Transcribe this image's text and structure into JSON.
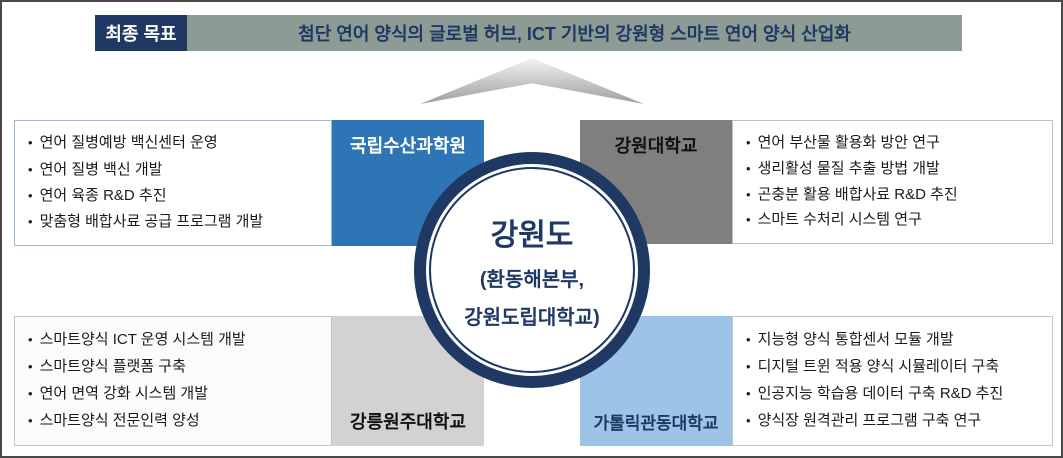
{
  "bullet": "•",
  "colors": {
    "navy": "#1F3864",
    "sage": "#8C9C94",
    "blue": "#2E75B6",
    "dark-gray": "#7F7F7F",
    "light-gray": "#D2D2D2",
    "light-blue": "#9DC3E6"
  },
  "header": {
    "goal_label": "최종 목표",
    "goal_text": "첨단 연어 양식의 글로벌 허브, ICT 기반의 강원형 스마트 연어 양식 산업화"
  },
  "center": {
    "title": "강원도",
    "subtitle_line1": "(환동해본부,",
    "subtitle_line2": "강원도립대학교)"
  },
  "partners": {
    "top_left": {
      "name": "국립수산과학원",
      "items": [
        "연어 질병예방 백신센터 운영",
        "연어 질병 백신 개발",
        "연어 육종 R&D 추진",
        "맞춤형 배합사료 공급 프로그램 개발"
      ]
    },
    "top_right": {
      "name": "강원대학교",
      "items": [
        "연어 부산물 활용화 방안 연구",
        "생리활성 물질 추출 방법 개발",
        "곤충분 활용 배합사료 R&D 추진",
        "스마트 수처리 시스템 연구"
      ]
    },
    "bottom_left": {
      "name": "강릉원주대학교",
      "items": [
        "스마트양식 ICT 운영 시스템 개발",
        "스마트양식 플랫폼 구축",
        "연어 면역 강화 시스템 개발",
        "스마트양식 전문인력 양성"
      ]
    },
    "bottom_right": {
      "name": "가톨릭관동대학교",
      "items": [
        "지능형 양식 통합센서 모듈 개발",
        "디지털 트윈 적용 양식 시뮬레이터 구축",
        "인공지능 학습용 데이터 구축 R&D 추진",
        "양식장 원격관리 프로그램 구축 연구"
      ]
    }
  }
}
